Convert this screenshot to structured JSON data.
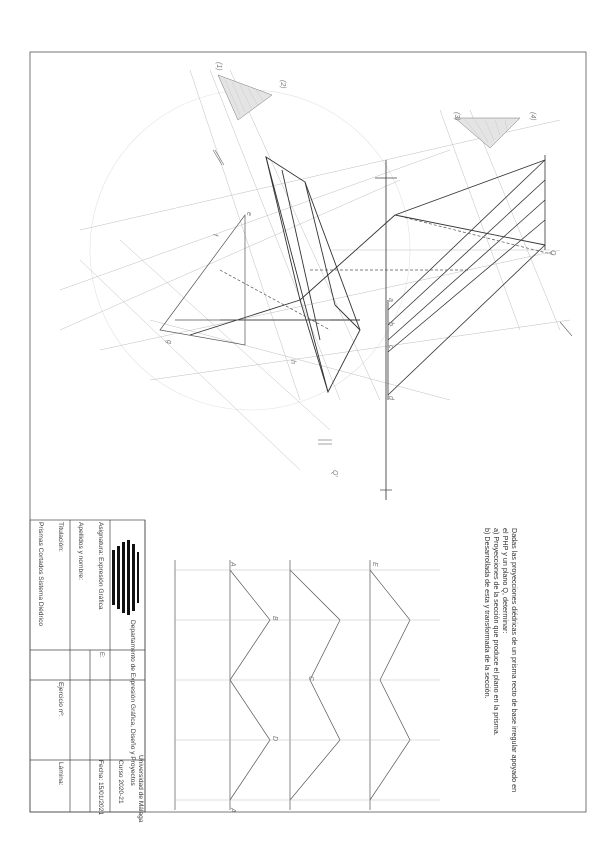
{
  "statement": {
    "line1": "Dadas las proyecciones diédricas de un prisma recto de base irregular apoyado en",
    "line2": "el PHP y un plano Q, determinar:",
    "line3": "a) Proyecciones de la sección que produce el plano en la prisma.",
    "line4": "b) Desarrollada de esta y transformada de la sección."
  },
  "title_block": {
    "university": "Universidad de Málaga",
    "department": "Departamento de Expresión Gráfica, Diseño y Proyectos",
    "course": "Curso 2020-21",
    "subject": "Asignatura: Expresión Gráfica",
    "author_label": "Apellidos y nombre:",
    "date": "Fecha: 15/01/2021",
    "escala": "E:",
    "titulacion": "Titulación:",
    "exercise_title": "Prismas Cortados Sistema Diédrico",
    "ejercicio": "Ejercicio nº:",
    "lamina": "Lámina:"
  },
  "labels": {
    "plane_h": "Q",
    "plane_v": "Q'",
    "top_left": "(1)",
    "top_mid": "(2)",
    "top_right_1": "(3)",
    "top_right_2": "(4)",
    "a": "a",
    "b": "b",
    "c": "c",
    "d": "d",
    "e": "e",
    "f": "f",
    "g": "g",
    "h": "h",
    "A": "A",
    "B": "B",
    "C": "C",
    "D": "D",
    "E": "E"
  },
  "colors": {
    "line": "#444444",
    "construction": "#b8b8b8",
    "hatch": "#c8c8c8",
    "border": "#555555"
  }
}
